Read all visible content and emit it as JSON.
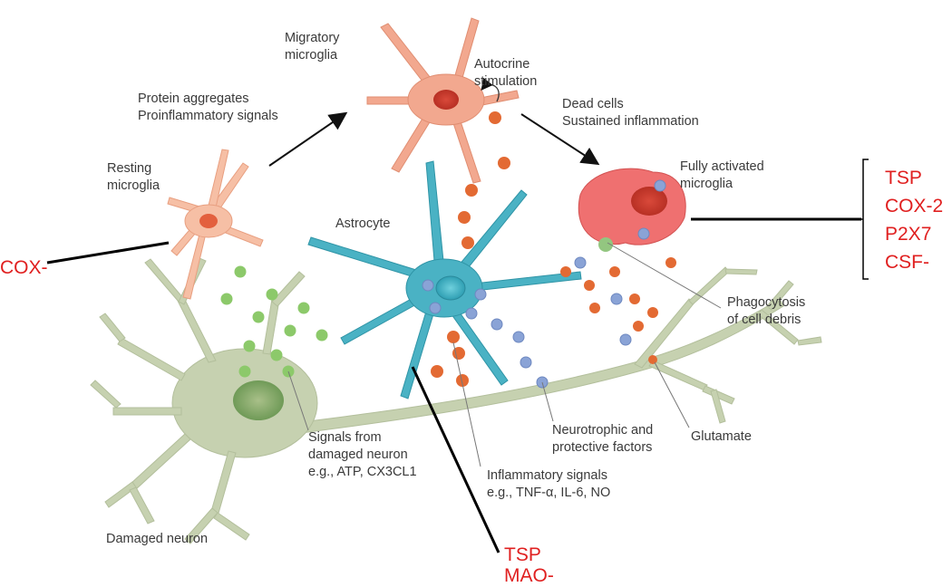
{
  "labels": {
    "migratory": [
      "Migratory",
      "microglia"
    ],
    "autocrine": [
      "Autocrine",
      "stimulation"
    ],
    "protein": [
      "Protein aggregates",
      "Proinflammatory signals"
    ],
    "dead": [
      "Dead cells",
      "Sustained inflammation"
    ],
    "resting": [
      "Resting",
      "microglia"
    ],
    "fully": [
      "Fully activated",
      "microglia"
    ],
    "astrocyte": "Astrocyte",
    "phago": [
      "Phagocytosis",
      "of cell debris"
    ],
    "signals": [
      "Signals from",
      "damaged neuron",
      "e.g., ATP, CX3CL1"
    ],
    "neurotrophic": [
      "Neurotrophic and",
      "protective factors"
    ],
    "glutamate": "Glutamate",
    "inflammatory": [
      "Inflammatory signals",
      "e.g., TNF-α, IL-6, NO"
    ],
    "damaged": "Damaged neuron"
  },
  "annotations": {
    "left": "COX-",
    "right": [
      "TSP",
      "COX-2",
      "P2X7",
      "CSF-"
    ],
    "bottom": [
      "TSP",
      "MAO-"
    ]
  },
  "colors": {
    "neuron": "#c6d1b0",
    "astrocyte": "#4ab2c4",
    "microglia": "#f2a88f",
    "activated": "#e86a6a",
    "green_dot": "#8cc96a",
    "orange_dot": "#e36a33",
    "blue_dot": "#8aa3d6",
    "annotation_red": "#e02020"
  }
}
